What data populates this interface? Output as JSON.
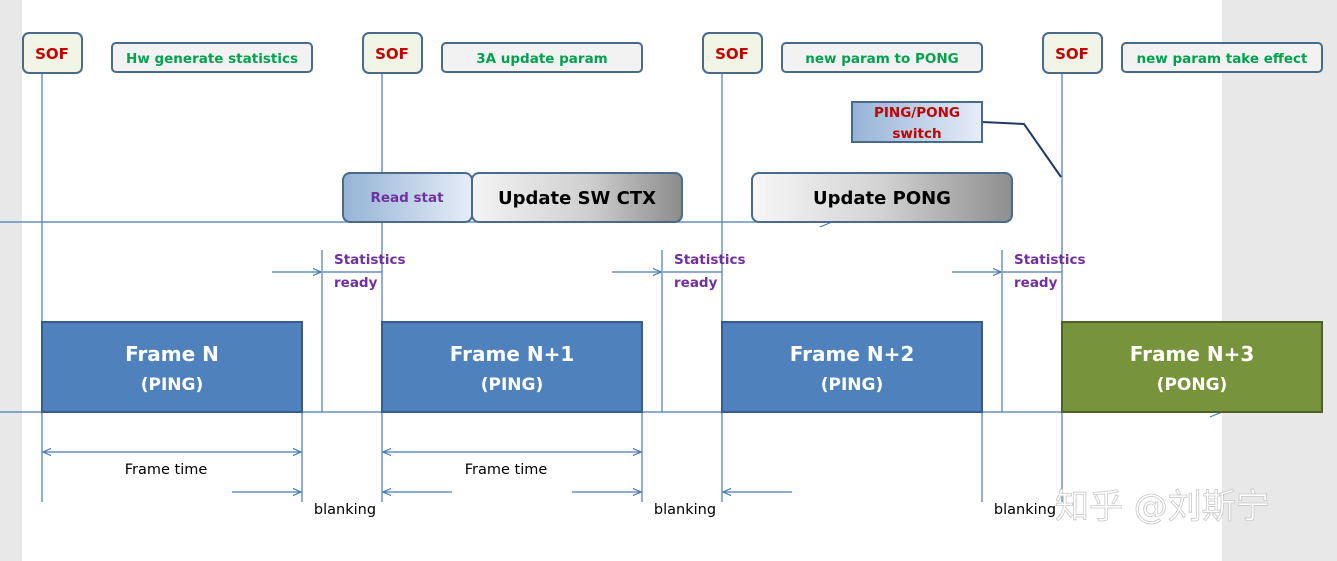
{
  "sof_label": "SOF",
  "callouts": {
    "hw_stats": "Hw generate statistics",
    "update_param": "3A update param",
    "param_to_pong": "new param to PONG",
    "take_effect": "new param take effect"
  },
  "switch_box": {
    "line1": "PING/PONG",
    "line2": "switch"
  },
  "tasks": {
    "read_stat": "Read stat",
    "update_sw_ctx": "Update SW CTX",
    "update_pong": "Update PONG"
  },
  "statistics": {
    "line1": "Statistics",
    "line2": "ready"
  },
  "frames": [
    {
      "title": "Frame N",
      "sub": "(PING)",
      "color": "#4f81bd"
    },
    {
      "title": "Frame N+1",
      "sub": "(PING)",
      "color": "#4f81bd"
    },
    {
      "title": "Frame N+2",
      "sub": "(PING)",
      "color": "#4f81bd"
    },
    {
      "title": "Frame N+3",
      "sub": "(PONG)",
      "color": "#77933c"
    }
  ],
  "dimensions": {
    "frame_time": "Frame time",
    "blanking": "blanking"
  },
  "watermark": "知乎 @刘斯宁",
  "colors": {
    "ping": "#4f81bd",
    "pong": "#77933c",
    "sof_text": "#c00000",
    "callout_text": "#00a050",
    "statistics_text": "#7030a0"
  }
}
